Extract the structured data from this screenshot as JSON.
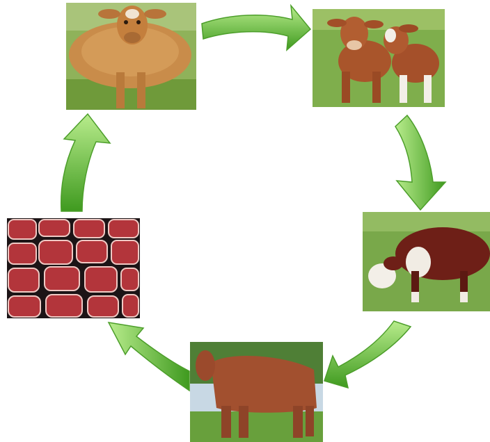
{
  "diagram": {
    "type": "cycle",
    "direction": "clockwise",
    "stages": [
      {
        "id": "pregnant-cow",
        "icon": "pregnant-cow-photo"
      },
      {
        "id": "calves",
        "icon": "calves-photo"
      },
      {
        "id": "young-cattle",
        "icon": "grazing-hereford-photo"
      },
      {
        "id": "adult-cattle",
        "icon": "adult-bull-photo"
      },
      {
        "id": "beef",
        "icon": "raw-beef-cuts-photo"
      }
    ],
    "arrows": [
      {
        "from": "pregnant-cow",
        "to": "calves"
      },
      {
        "from": "calves",
        "to": "young-cattle"
      },
      {
        "from": "young-cattle",
        "to": "adult-cattle"
      },
      {
        "from": "adult-cattle",
        "to": "beef"
      },
      {
        "from": "beef",
        "to": "pregnant-cow"
      }
    ],
    "colors": {
      "arrow_light": "#a6e07a",
      "arrow_dark": "#3f9a1f",
      "grass": "#6fa43e",
      "cow_tan": "#c98c4a",
      "calf_brown": "#a9552b",
      "hereford_red": "#6e1f17",
      "bull_red": "#a2502f",
      "meat_red": "#b3353b"
    }
  }
}
